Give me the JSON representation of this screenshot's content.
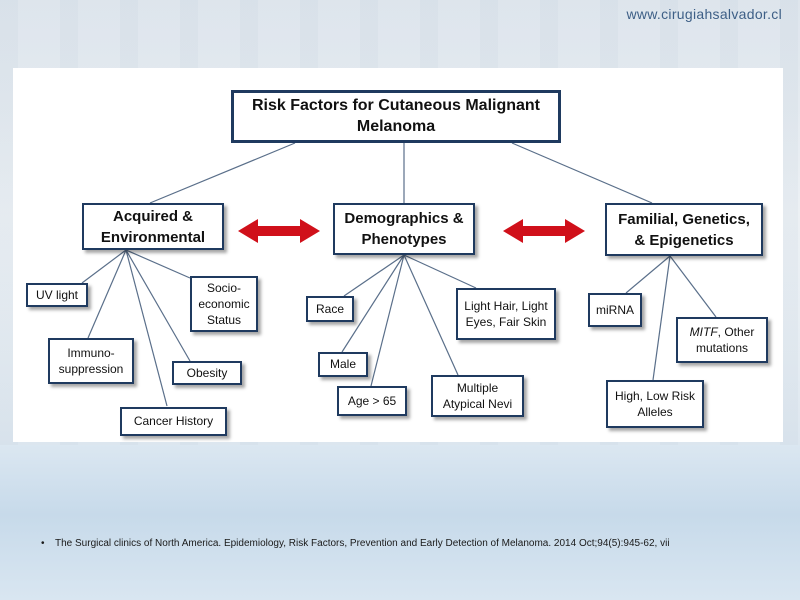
{
  "header": {
    "site_url": "www.cirugiahsalvador.cl"
  },
  "diagram": {
    "title": "Risk Factors for Cutaneous Malignant Melanoma",
    "categories": {
      "acquired": {
        "label": "Acquired & Environmental"
      },
      "demographics": {
        "label": "Demographics & Phenotypes"
      },
      "familial": {
        "label": "Familial, Genetics, & Epigenetics"
      }
    },
    "acquired_factors": {
      "uv_light": "UV light",
      "socioeconomic": "Socio-economic Status",
      "immunosuppression": "Immuno-suppression",
      "obesity": "Obesity",
      "cancer_history": "Cancer History"
    },
    "demographic_factors": {
      "race": "Race",
      "light_features": "Light Hair, Light Eyes, Fair Skin",
      "male": "Male",
      "age": "Age > 65",
      "atypical_nevi": "Multiple Atypical Nevi"
    },
    "familial_factors": {
      "mirna": "miRNA",
      "mitf_italic": "MITF",
      "mitf_rest": ", Other mutations",
      "alleles": "High, Low Risk Alleles"
    },
    "colors": {
      "box_border": "#1f3a5f",
      "connector": "#5a6f8a",
      "arrow": "#d0101a"
    }
  },
  "footer": {
    "citation": "The Surgical clinics of North America. Epidemiology, Risk Factors, Prevention and Early Detection of Melanoma. 2014 Oct;94(5):945-62, vii"
  }
}
